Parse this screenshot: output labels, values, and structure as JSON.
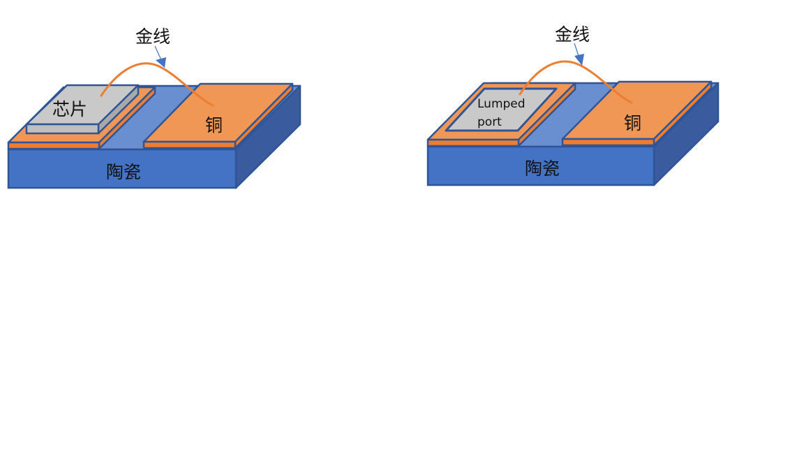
{
  "colors": {
    "ceramic_front": "#4472C4",
    "ceramic_side": "#3A5C9E",
    "ceramic_top": "#6A8FD0",
    "outline": "#2F5597",
    "copper": "#F19756",
    "copper_edge": "#ED7D31",
    "chip_fill": "#C9C9C9",
    "gold_wire": "#ED7D31",
    "arrow": "#4472C4"
  },
  "left_diagram": {
    "wire_label": "金线",
    "chip_label": "芯片",
    "copper_label": "铜",
    "ceramic_label": "陶瓷"
  },
  "right_diagram": {
    "wire_label": "金线",
    "port_label_line1": "Lumped",
    "port_label_line2": "port",
    "copper_label": "铜",
    "ceramic_label": "陶瓷"
  }
}
